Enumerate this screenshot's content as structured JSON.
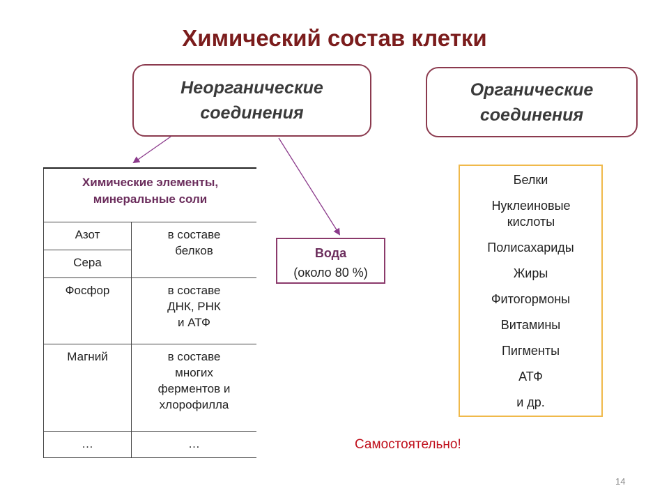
{
  "title": "Химический состав клетки",
  "inorganic": {
    "line1": "Неорганические",
    "line2": "соединения"
  },
  "organic": {
    "line1": "Органические",
    "line2": "соединения"
  },
  "elements_table": {
    "header_line1": "Химические элементы,",
    "header_line2": "минеральные соли",
    "rows": [
      {
        "element": "Азот",
        "role_lines": [
          "в составе",
          "белков"
        ]
      },
      {
        "element": "Сера"
      },
      {
        "element": "Фосфор",
        "role_lines": [
          "в составе",
          "ДНК, РНК",
          "и АТФ"
        ]
      },
      {
        "element": "Магний",
        "role_lines": [
          "в составе",
          "многих",
          "ферментов и",
          "хлорофилла"
        ]
      },
      {
        "element": "…",
        "role_lines": [
          "…"
        ]
      }
    ]
  },
  "water": {
    "label": "Вода",
    "note": "(около 80 %)"
  },
  "organic_list": [
    "Белки",
    "Нуклеиновые кислоты",
    "Полисахариды",
    "Жиры",
    "Фитогормоны",
    "Витамины",
    "Пигменты",
    "АТФ",
    "и др."
  ],
  "self_study": "Самостоятельно!",
  "page_number": "14",
  "colors": {
    "title": "#7b1c1c",
    "box_border": "#8b3a4e",
    "list_border": "#f0b94a",
    "self_study": "#c0101c"
  }
}
